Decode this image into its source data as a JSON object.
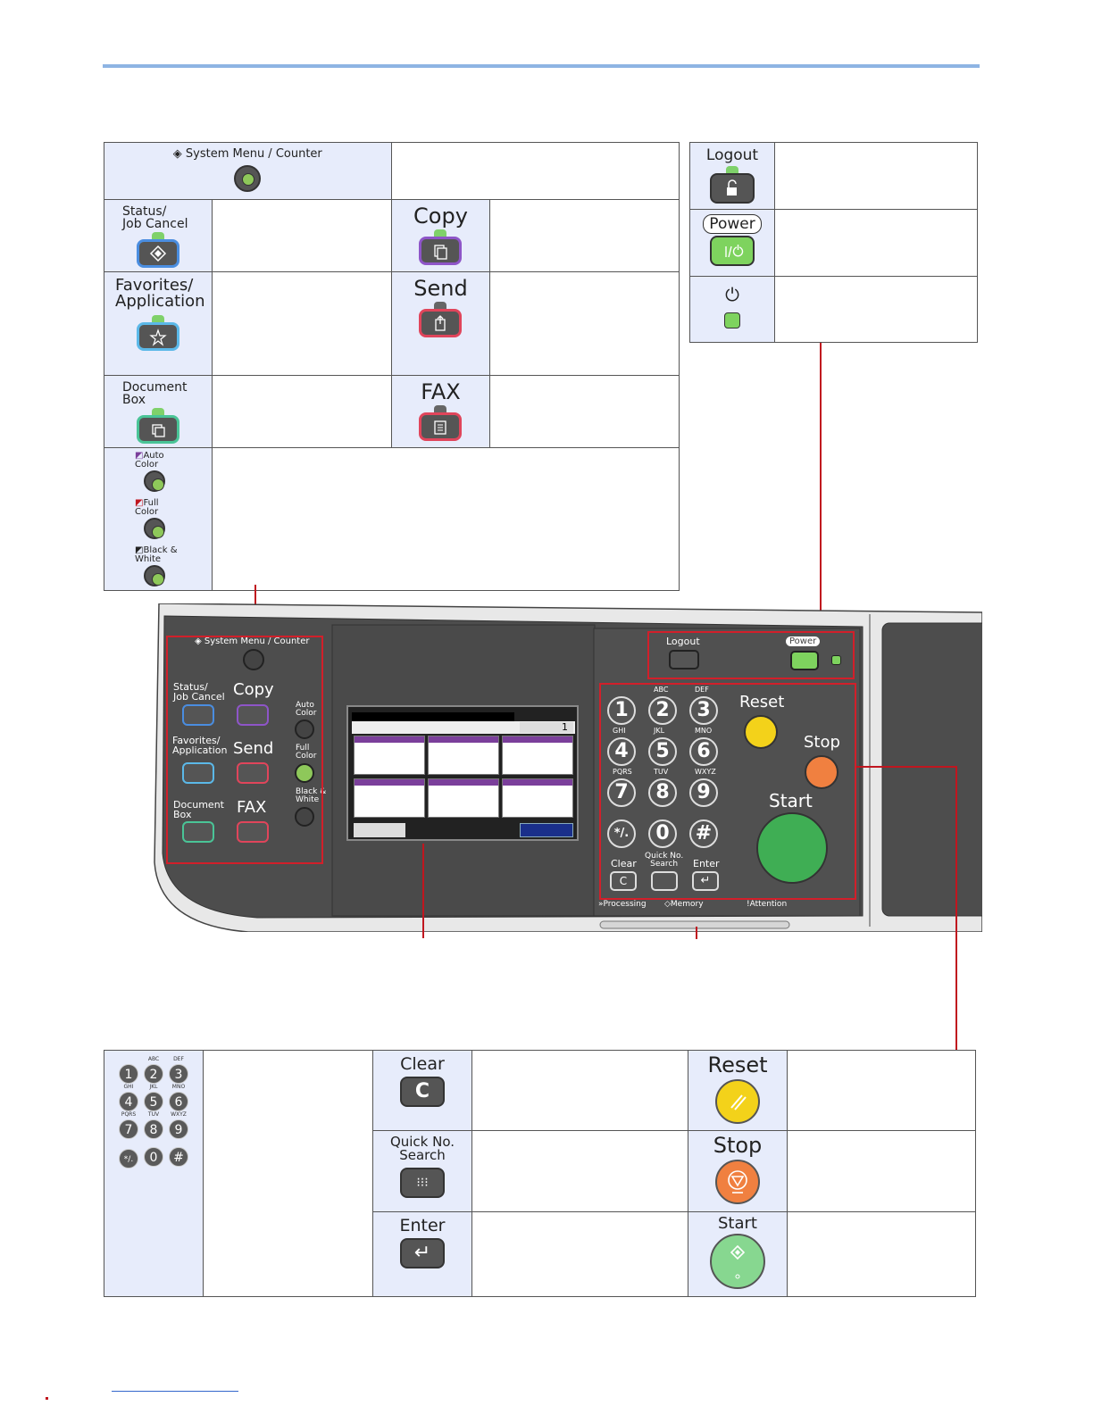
{
  "top": {
    "system_menu_label": "System Menu / Counter",
    "status_label": "Status/\nJob Cancel",
    "copy_label": "Copy",
    "favorites_label": "Favorites/\nApplication",
    "send_label": "Send",
    "docbox_label": "Document\nBox",
    "fax_label": "FAX",
    "auto_color": "Auto\nColor",
    "full_color": "Full\nColor",
    "bw": "Black &\nWhite"
  },
  "right": {
    "logout_label": "Logout",
    "power_label": "Power"
  },
  "panel": {
    "system_menu": "System Menu / Counter",
    "status": "Status/\nJob Cancel",
    "copy": "Copy",
    "auto_color": "Auto\nColor",
    "favorites": "Favorites/\nApplication",
    "send": "Send",
    "full_color": "Full\nColor",
    "document_box": "Document\nBox",
    "fax": "FAX",
    "bw": "Black &\nWhite",
    "logout": "Logout",
    "power": "Power",
    "reset": "Reset",
    "stop": "Stop",
    "start": "Start",
    "clear": "Clear",
    "quick_no": "Quick No.\nSearch",
    "enter": "Enter",
    "processing": "»Processing",
    "memory": "◇Memory",
    "attention": "!Attention",
    "screen_count": "1",
    "keys": [
      "1",
      "2",
      "3",
      "4",
      "5",
      "6",
      "7",
      "8",
      "9",
      "*/.",
      "0",
      "#"
    ],
    "key_letters": [
      "",
      "ABC",
      "DEF",
      "GHI",
      "JKL",
      "MNO",
      "PQRS",
      "TUV",
      "WXYZ",
      "",
      "",
      ""
    ]
  },
  "bottom": {
    "clear_label": "Clear",
    "quick_label": "Quick No.\nSearch",
    "enter_label": "Enter",
    "reset_label": "Reset",
    "stop_label": "Stop",
    "start_label": "Start",
    "num_keys": [
      "1",
      "2",
      "3",
      "4",
      "5",
      "6",
      "7",
      "8",
      "9",
      "*/.",
      "0",
      "#"
    ],
    "num_letters": [
      "",
      "ABC",
      "DEF",
      "GHI",
      "JKL",
      "MNO",
      "PQRS",
      "TUV",
      "WXYZ",
      "",
      "",
      ""
    ]
  }
}
